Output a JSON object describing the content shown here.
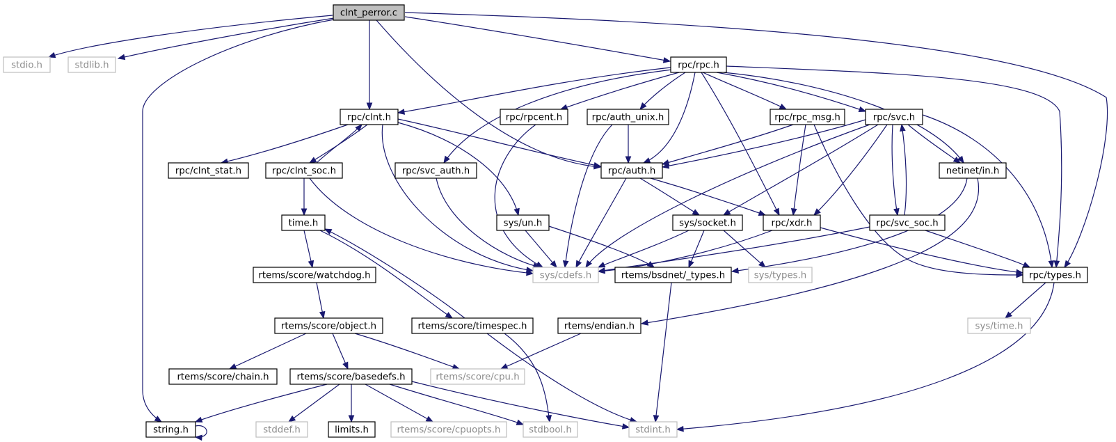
{
  "diagram": {
    "nodes": [
      {
        "id": "clnt_perror",
        "label": "clnt_perror.c",
        "kind": "root"
      },
      {
        "id": "stdio",
        "label": "stdio.h",
        "kind": "external"
      },
      {
        "id": "stdlib",
        "label": "stdlib.h",
        "kind": "external"
      },
      {
        "id": "rpc_rpc",
        "label": "rpc/rpc.h",
        "kind": "documented"
      },
      {
        "id": "rpc_clnt",
        "label": "rpc/clnt.h",
        "kind": "documented"
      },
      {
        "id": "rpc_rpcent",
        "label": "rpc/rpcent.h",
        "kind": "documented"
      },
      {
        "id": "rpc_auth_unix",
        "label": "rpc/auth_unix.h",
        "kind": "documented"
      },
      {
        "id": "rpc_rpc_msg",
        "label": "rpc/rpc_msg.h",
        "kind": "documented"
      },
      {
        "id": "rpc_svc",
        "label": "rpc/svc.h",
        "kind": "documented"
      },
      {
        "id": "rpc_clnt_stat",
        "label": "rpc/clnt_stat.h",
        "kind": "documented"
      },
      {
        "id": "rpc_clnt_soc",
        "label": "rpc/clnt_soc.h",
        "kind": "documented"
      },
      {
        "id": "rpc_svc_auth",
        "label": "rpc/svc_auth.h",
        "kind": "documented"
      },
      {
        "id": "rpc_auth",
        "label": "rpc/auth.h",
        "kind": "documented"
      },
      {
        "id": "netinet_in",
        "label": "netinet/in.h",
        "kind": "documented"
      },
      {
        "id": "time_h",
        "label": "time.h",
        "kind": "documented"
      },
      {
        "id": "sys_un",
        "label": "sys/un.h",
        "kind": "documented"
      },
      {
        "id": "sys_socket",
        "label": "sys/socket.h",
        "kind": "documented"
      },
      {
        "id": "rpc_xdr",
        "label": "rpc/xdr.h",
        "kind": "documented"
      },
      {
        "id": "rpc_svc_soc",
        "label": "rpc/svc_soc.h",
        "kind": "documented"
      },
      {
        "id": "rtems_watchdog",
        "label": "rtems/score/watchdog.h",
        "kind": "documented"
      },
      {
        "id": "sys_cdefs",
        "label": "sys/cdefs.h",
        "kind": "external"
      },
      {
        "id": "rtems_bsdnet_types",
        "label": "rtems/bsdnet/_types.h",
        "kind": "documented"
      },
      {
        "id": "sys_types",
        "label": "sys/types.h",
        "kind": "external"
      },
      {
        "id": "rpc_types",
        "label": "rpc/types.h",
        "kind": "documented"
      },
      {
        "id": "rtems_object",
        "label": "rtems/score/object.h",
        "kind": "documented"
      },
      {
        "id": "rtems_timespec",
        "label": "rtems/score/timespec.h",
        "kind": "documented"
      },
      {
        "id": "rtems_endian",
        "label": "rtems/endian.h",
        "kind": "documented"
      },
      {
        "id": "sys_time",
        "label": "sys/time.h",
        "kind": "external"
      },
      {
        "id": "rtems_chain",
        "label": "rtems/score/chain.h",
        "kind": "documented"
      },
      {
        "id": "rtems_basedefs",
        "label": "rtems/score/basedefs.h",
        "kind": "documented"
      },
      {
        "id": "rtems_cpu",
        "label": "rtems/score/cpu.h",
        "kind": "external"
      },
      {
        "id": "string_h",
        "label": "string.h",
        "kind": "documented"
      },
      {
        "id": "stddef",
        "label": "stddef.h",
        "kind": "external"
      },
      {
        "id": "limits",
        "label": "limits.h",
        "kind": "documented"
      },
      {
        "id": "rtems_cpuopts",
        "label": "rtems/score/cpuopts.h",
        "kind": "external"
      },
      {
        "id": "stdbool",
        "label": "stdbool.h",
        "kind": "external"
      },
      {
        "id": "stdint",
        "label": "stdint.h",
        "kind": "external"
      }
    ]
  }
}
